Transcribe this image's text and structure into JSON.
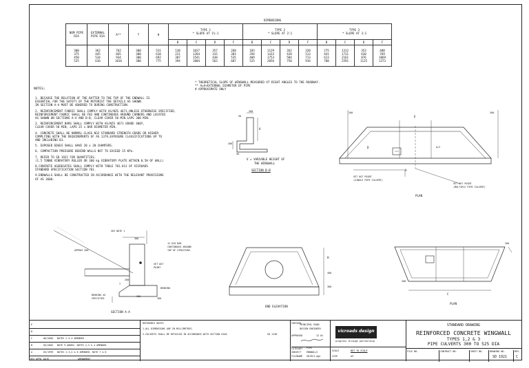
{
  "dimensions_title": "DIMENSIONS",
  "table": {
    "headers": {
      "nom_pipe_dia": "NOM PIPE DIA",
      "external_pipe_dia": "EXTERNAL PIPE DIA",
      "a": "A**",
      "t": "T",
      "h": "H",
      "type1": "TYPE 1",
      "type1_slope": "* SLOPE AT 1½:1",
      "type2": "TYPE 2",
      "type2_slope": "* SLOPE AT 2:1",
      "type3": "TYPE 3",
      "type3_slope": "* SLOPE AT 3:1",
      "sub": [
        "B",
        "C",
        "D",
        "F",
        "B",
        "C",
        "D",
        "F",
        "B",
        "C",
        "D",
        "F"
      ]
    },
    "rows": [
      [
        "300",
        "362",
        "762",
        "300",
        "531",
        "138",
        "1037",
        "357",
        "268",
        "183",
        "1129",
        "262",
        "320",
        "275",
        "1312",
        "353",
        "488"
      ],
      [
        "375",
        "445",
        "845",
        "300",
        "610",
        "221",
        "1284",
        "315",
        "383",
        "294",
        "1433",
        "420",
        "513",
        "441",
        "1731",
        "630",
        "769"
      ],
      [
        "450",
        "534",
        "934",
        "300",
        "692",
        "307",
        "1541",
        "438",
        "535",
        "409",
        "1753",
        "584",
        "713",
        "613",
        "2161",
        "876",
        "1069"
      ],
      [
        "525",
        "616",
        "1016",
        "300",
        "775",
        "394",
        "1804",
        "563",
        "687",
        "525",
        "2056",
        "750",
        "916",
        "788",
        "2591",
        "1125",
        "1373"
      ]
    ]
  },
  "legend": [
    "* THEORETICAL SLOPE OF WINGWALL MEASURED AT RIGHT ANGLES TO THE ROADWAY.",
    "** A=A+EXTERNAL DIAMETER OF PIPE",
    "# APPROXIMATE ONLY"
  ],
  "notes_title": "NOTES;",
  "notes": [
    [
      "1. BECAUSE THE RELATION OF THE BATTER TO THE TOP OF THE ENDWALL IS",
      "   ESSENTIAL FOR THE SAFETY OF THE MOTORIST THE DETAILS AS SHOWN",
      "   IN SECTION A-A MUST BE ADHERED TO DURING CONSTRUCTION."
    ],
    [
      "2. REINFORCEMENT FABRIC SHALL COMPLY WITH AS/NZS 4671,UNLESS OTHERWISE SPECIFIED,",
      "   REINFORCEMENT FABRIC SHALL BE F82 AND CONTINUOUS AROUND CORNERS AND LOCATED",
      "   AS SHOWN ON SECTIONS A-A AND B-B, CLEAR COVER 50 MIN LAPS 300 MIN."
    ],
    [
      "3. REINFORCEMENT BARS SHALL COMPLY WITH AS/NZS 4671 GRADE 400Y,",
      "   CLEAR COVER 50 MIN, LAPS 25 x BAR DIAMETER MIN."
    ],
    [
      "4. CONCRETE SHALL BE NORMAL-CLASS N32 STANDARD STRENGTH GRADE OR HIGHER",
      "   COMPLYING WITH THE REQUIREMENTS OF AS 1379,EXPOSURE CLASSIFICATIONS UP TO",
      "   AND INCLUDING B1."
    ],
    [
      "5. EXPOSED EDGES SHALL HAVE 20 x 20 CHAMFERS."
    ],
    [
      "6. COMPACTION PRESSURE BEHIND WALLS NOT TO EXCEED 15 KPa."
    ],
    [
      "7. REFER TO SD 1922 FOR QUANTITIES.",
      "   (1.5 TONNE VIBRATORY ROLLER OR 300 kg VIBRATORY PLATE WITHIN 0.5H OF WALL)"
    ],
    [
      "8.CONCRETE AGGREGATES SHALL COMPLY WITH TABLE 701.011 OF VICROADS",
      "   STANDARD SPECIFICATION SECTION 701."
    ],
    [
      "9.ENDWALLS SHALL BE CONSTRUCTED IN ACCORDANCE WITH THE RELEVANT PROVISIONS",
      "   OF AS 3600."
    ]
  ],
  "section_bb": {
    "title": "SECTION B-B",
    "caption1": "V = VARIABLE HEIGHT OF",
    "caption2": "THE WINGWALL",
    "dim_top": "200",
    "dim_side": "50",
    "dim_left": "200",
    "dim_bottom": "50",
    "v_label": "V"
  },
  "plan_top": {
    "title": "PLAN",
    "label_setout_single": "SET OUT POINT",
    "label_setout_single2": "(SINGLE PIPE CULVERT)",
    "label_setout_multi": "SET OUT POINT",
    "label_setout_multi2": "(MULTIPLE PIPE CULVERT)",
    "dim_left": "200",
    "dim_right": "200",
    "e_label": "E",
    "a2_label": "A/2",
    "a_label": "A",
    "d_label": "D"
  },
  "section_aa": {
    "title": "SECTION A-A",
    "note_ref": "SEE NOTE 1",
    "approx": "APPROX 300",
    "bar_note1": "12 DIA BAR",
    "bar_note2": "CONTINUOUS AROUND",
    "bar_note3": "TOP OF STRUCTURE.",
    "setout1": "SET OUT",
    "setout2": "POINT",
    "bedding": "BEDDING",
    "bedding_as1": "BEDDING AS",
    "bedding_as2": "SPECIFIED",
    "dim1": "300",
    "dim2": "200",
    "dim3": "T",
    "dim4": "200",
    "dim5": "300"
  },
  "end_elevation": {
    "title": "END ELEVATION",
    "h_label": "H",
    "dim1": "400",
    "dim2": "300"
  },
  "plan_bottom": {
    "title": "PLAN",
    "c_label": "C",
    "dim_right": "200",
    "dim_left": "200"
  },
  "title_block": {
    "revisions": [
      {
        "rev": "E",
        "date": "",
        "desc": ""
      },
      {
        "rev": "D",
        "date": "",
        "desc": ""
      },
      {
        "rev": "C",
        "date": "06/2005",
        "desc": "NOTES 2 & 4 AMENDED"
      },
      {
        "rev": "B",
        "date": "03/2002",
        "desc": "NOTE 9 ADDED. NOTES 2,3 & 4 AMENDED"
      },
      {
        "rev": "A",
        "date": "03/1999",
        "desc": "NOTES 2,3,4 & 6 AMENDED, NOTE 7 & 8"
      }
    ],
    "rev_hdr": [
      "REV",
      "APPD",
      "DATE",
      "AMENDMENT"
    ],
    "ref_title": "REFERENCE NOTES",
    "ref1": "1.ALL DIMENSIONS ARE IN MILLIMETRES.",
    "ref2": "2.CULVERTS SHALL BE DETAILED IN ACCORDANCE WITH SECTION 610A",
    "ref_code": "SD 1130",
    "approvals": [
      {
        "label": "CHECKED",
        "value": "PRINCIPAL ROAD"
      },
      {
        "label": "",
        "value": "DESIGN ENGINEER"
      },
      {
        "label": "APPROVED",
        "value": "12.01"
      },
      {
        "label": "CATEGORY",
        "value": "PIPE"
      },
      {
        "label": "SUBJECT",
        "value": "ENDWALLS"
      },
      {
        "label": "FILENAME",
        "value": "SD1921.dgn"
      }
    ],
    "logo_text": "vicroads design",
    "logo_sub": "progress through partnership",
    "scale_label": "SCALE",
    "scale_value": "NOT TO SCALE",
    "size_label": "SIZE",
    "size_value": "A3",
    "std_drawing": "STANDARD DRAWING",
    "main_title": "REINFORCED CONCRETE WINGWALL",
    "types": "TYPES 1,2 & 3",
    "pipe_culverts": "PIPE CULVERTS 300 TO 525 DIA",
    "file_no_label": "FILE NO.",
    "contract_no_label": "CONTRACT NO.",
    "sheet_label": "SHEET NO.",
    "drawing_no_label": "DRAWING NO.",
    "drawing_no": "SD 1921",
    "rev_label": "REV.",
    "rev_value": "C"
  }
}
